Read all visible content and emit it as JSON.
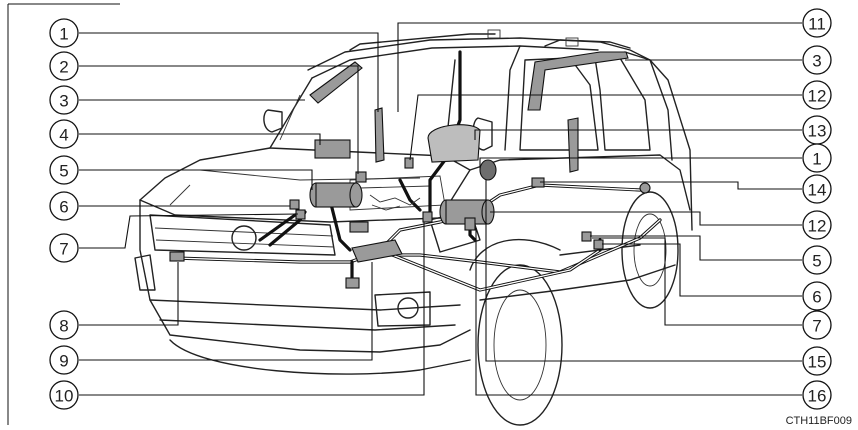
{
  "figure": {
    "code": "CTH11BF009",
    "callouts_left": [
      "1",
      "2",
      "3",
      "4",
      "5",
      "6",
      "7",
      "8",
      "9",
      "10"
    ],
    "callouts_right": [
      "11",
      "3",
      "12",
      "13",
      "1",
      "14",
      "12",
      "5",
      "6",
      "7",
      "15",
      "16"
    ]
  },
  "colors": {
    "line": "#111111",
    "part_fill": "#9a9a9a",
    "background": "#ffffff"
  }
}
